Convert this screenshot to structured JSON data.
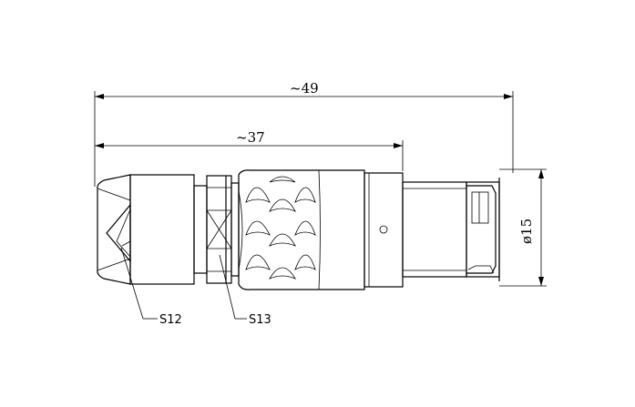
{
  "dimensions": {
    "overall_length": "~49",
    "partial_length": "~37",
    "diameter": "ø15"
  },
  "callouts": {
    "s12": "S12",
    "s13": "S13"
  }
}
